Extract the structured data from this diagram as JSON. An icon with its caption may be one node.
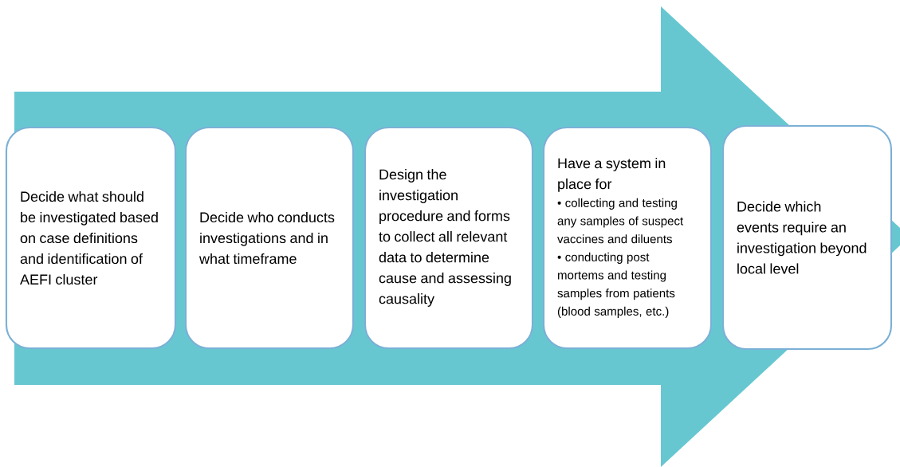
{
  "diagram": {
    "nodes": [
      {
        "text": [
          "Decide what should be investigated based on case definitions and identification of AEFI cluster"
        ]
      },
      {
        "text": [
          "Decide who conducts investigations and in what timeframe"
        ]
      },
      {
        "text": [
          "Design the investigation procedure and forms to collect all relevant data to determine cause and assessing causality"
        ]
      },
      {
        "text": [
          "Have a system in place for",
          "• collecting and testing any samples of suspect vaccines and diluents",
          "• conducting post mortems and testing samples from patients (blood samples, etc.)"
        ]
      },
      {
        "text": [
          "Decide which events require an investigation beyond local level"
        ]
      }
    ],
    "edges": [
      {
        "from": 0,
        "to": 4,
        "arrow": "to"
      }
    ]
  }
}
